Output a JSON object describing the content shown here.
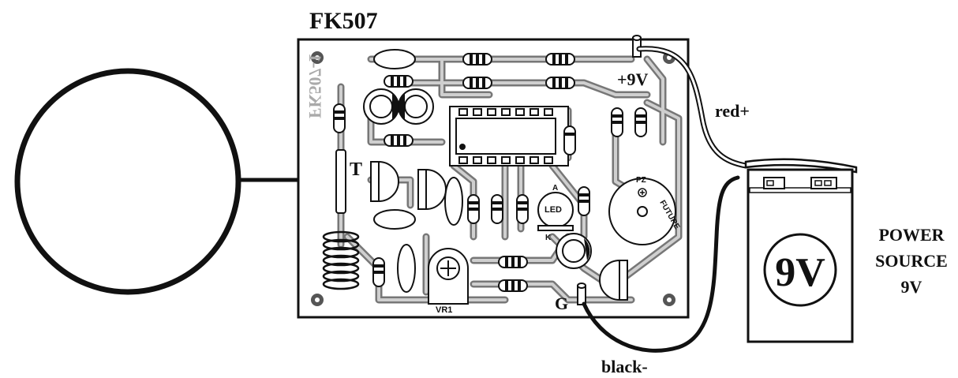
{
  "labels": {
    "title": "FK507",
    "plus9v": "+9V",
    "red": "red+",
    "black": "black-",
    "t": "T",
    "g": "G",
    "vr1": "VR1",
    "led": "LED",
    "a": "A",
    "k": "K",
    "pz": "PZ",
    "future": "FUTURE",
    "silk": "FK507-1",
    "battery_face": "9V",
    "power_line1": "POWER",
    "power_line2": "SOURCE",
    "power_line3": "9V"
  },
  "colors": {
    "ink": "#111111",
    "trace": "#777777",
    "board": "#ffffff"
  }
}
